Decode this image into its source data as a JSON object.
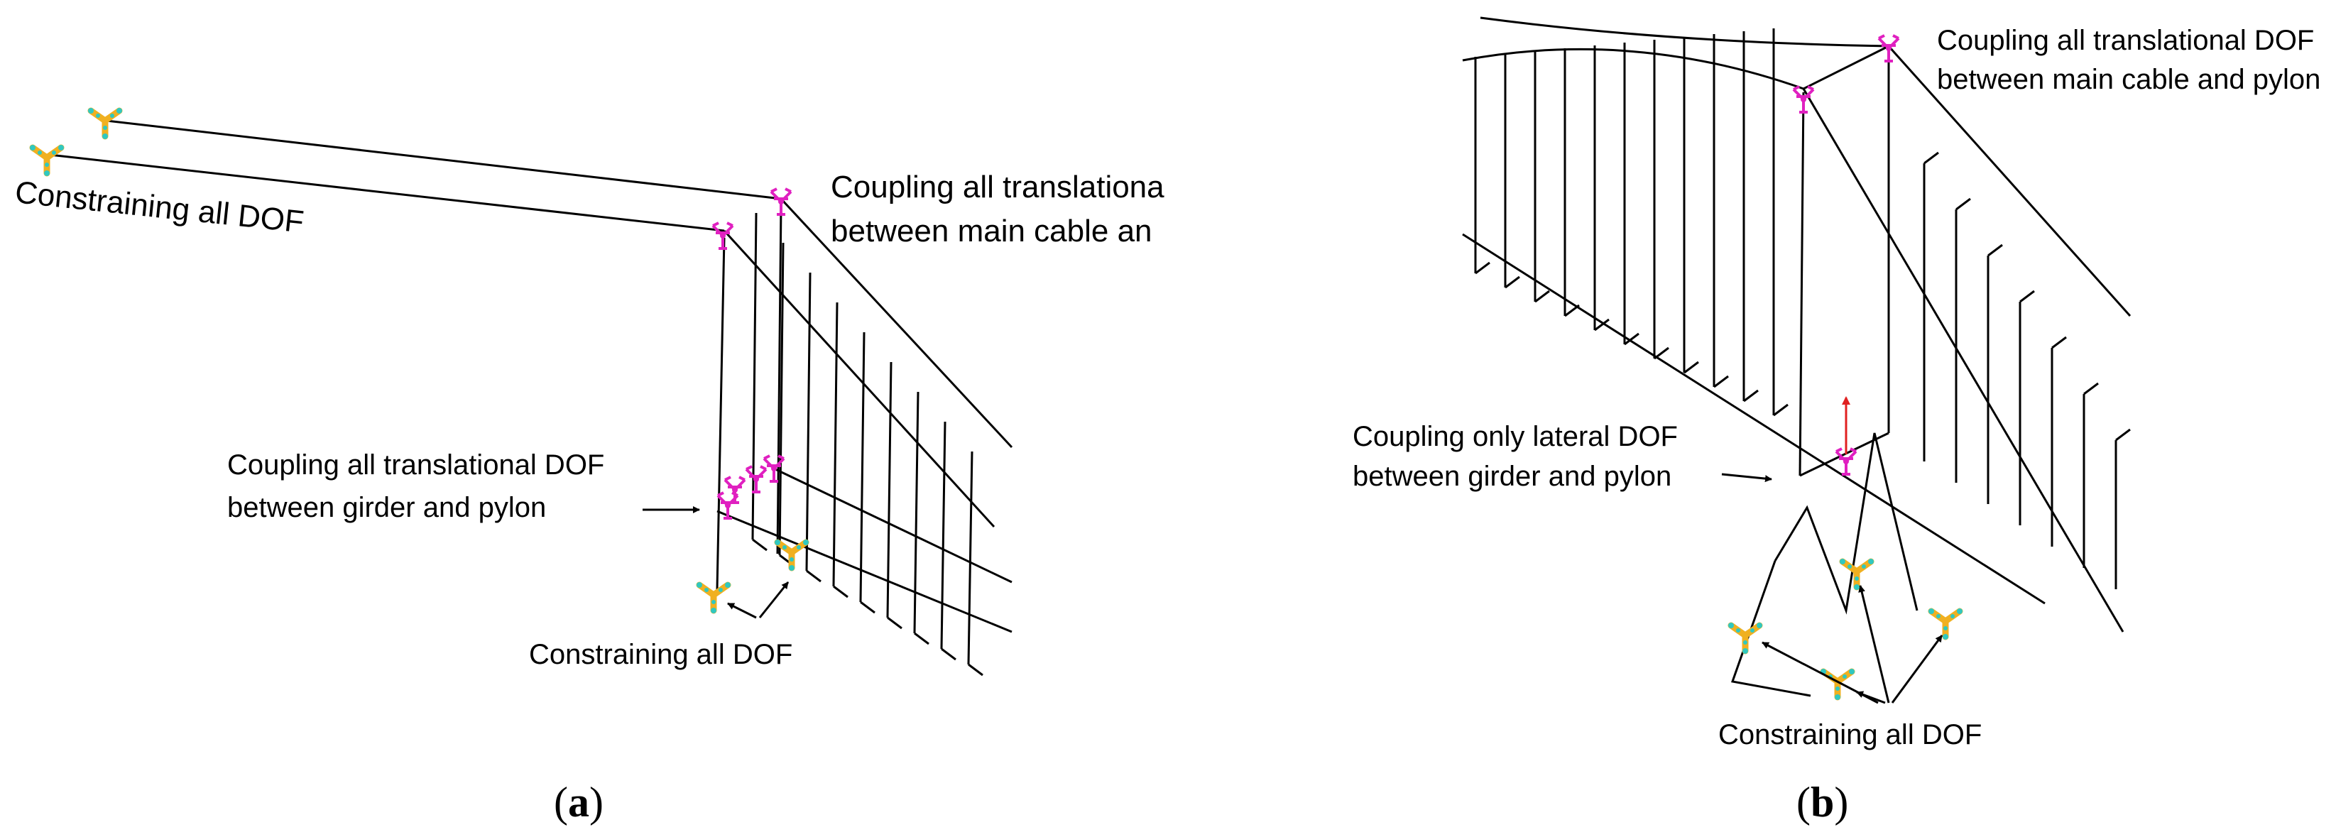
{
  "panel_a": {
    "label_constrain_top": "Constraining all DOF",
    "label_coupling_cable_line1": "Coupling all translationa",
    "label_coupling_cable_line2": "between main cable an",
    "label_coupling_girder_line1": "Coupling all translational DOF",
    "label_coupling_girder_line2": "between girder and pylon",
    "label_constrain_bottom": "Constraining all DOF",
    "caption_open": "(",
    "caption_letter": "a",
    "caption_close": ")"
  },
  "panel_b": {
    "label_coupling_cable_line1": "Coupling all translational DOF",
    "label_coupling_cable_line2": "between main cable and pylon",
    "label_coupling_lateral_line1": "Coupling only lateral DOF",
    "label_coupling_lateral_line2": "between girder and pylon",
    "label_constrain": "Constraining all DOF",
    "caption_open": "(",
    "caption_letter": "b",
    "caption_close": ")"
  },
  "colors": {
    "coupling_marker": "#e020c0",
    "constraint_marker": "#f0b020",
    "constraint_dot": "#30c8c0",
    "lateral_arrow": "#e02020",
    "lines": "#000000"
  },
  "icons": {
    "coupling_marker": "coupling-marker-icon",
    "constraint_marker": "constraint-marker-icon"
  }
}
